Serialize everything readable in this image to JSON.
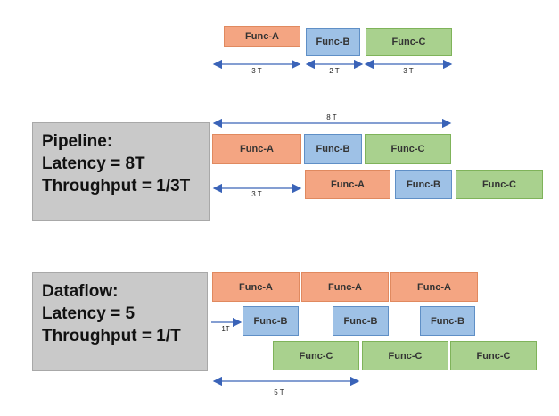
{
  "colors": {
    "func_a": "#f4a582",
    "func_b": "#9ec1e6",
    "func_c": "#a9d18e",
    "arrow": "#3a63b8",
    "panel": "#c9c9c9"
  },
  "top": {
    "func_a": "Func-A",
    "func_b": "Func-B",
    "func_c": "Func-C",
    "dim_a": "3 T",
    "dim_b": "2 T",
    "dim_c": "3 T"
  },
  "pipeline": {
    "title": "Pipeline:",
    "latency": "Latency = 8T",
    "throughput": "Throughput = 1/3T",
    "total_dim": "8 T",
    "offset_dim": "3 T",
    "row1": {
      "a": "Func-A",
      "b": "Func-B",
      "c": "Func-C"
    },
    "row2": {
      "a": "Func-A",
      "b": "Func-B",
      "c": "Func-C"
    }
  },
  "dataflow": {
    "title": "Dataflow:",
    "latency": "Latency = 5",
    "throughput": "Throughput = 1/T",
    "offset_dim": "1T",
    "total_dim": "5 T",
    "row_a": [
      "Func-A",
      "Func-A",
      "Func-A"
    ],
    "row_b": [
      "Func-B",
      "Func-B",
      "Func-B"
    ],
    "row_c": [
      "Func-C",
      "Func-C",
      "Func-C"
    ]
  }
}
